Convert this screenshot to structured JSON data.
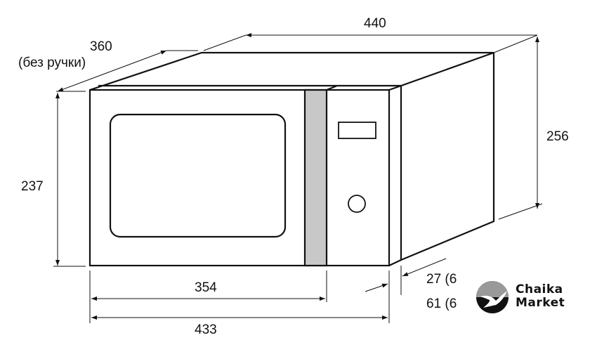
{
  "dimensions": {
    "width_total": "440",
    "depth": "360",
    "depth_note": "(без ручки)",
    "height_front": "237",
    "height_total": "256",
    "door_width": "354",
    "front_width": "433",
    "offset_1": "27 (6",
    "offset_2": "61 (6"
  },
  "logo": {
    "line1": "Chaika",
    "line2": "Market"
  },
  "colors": {
    "line": "#111111",
    "strip": "#c8c8c8",
    "logo_top": "#999999"
  }
}
